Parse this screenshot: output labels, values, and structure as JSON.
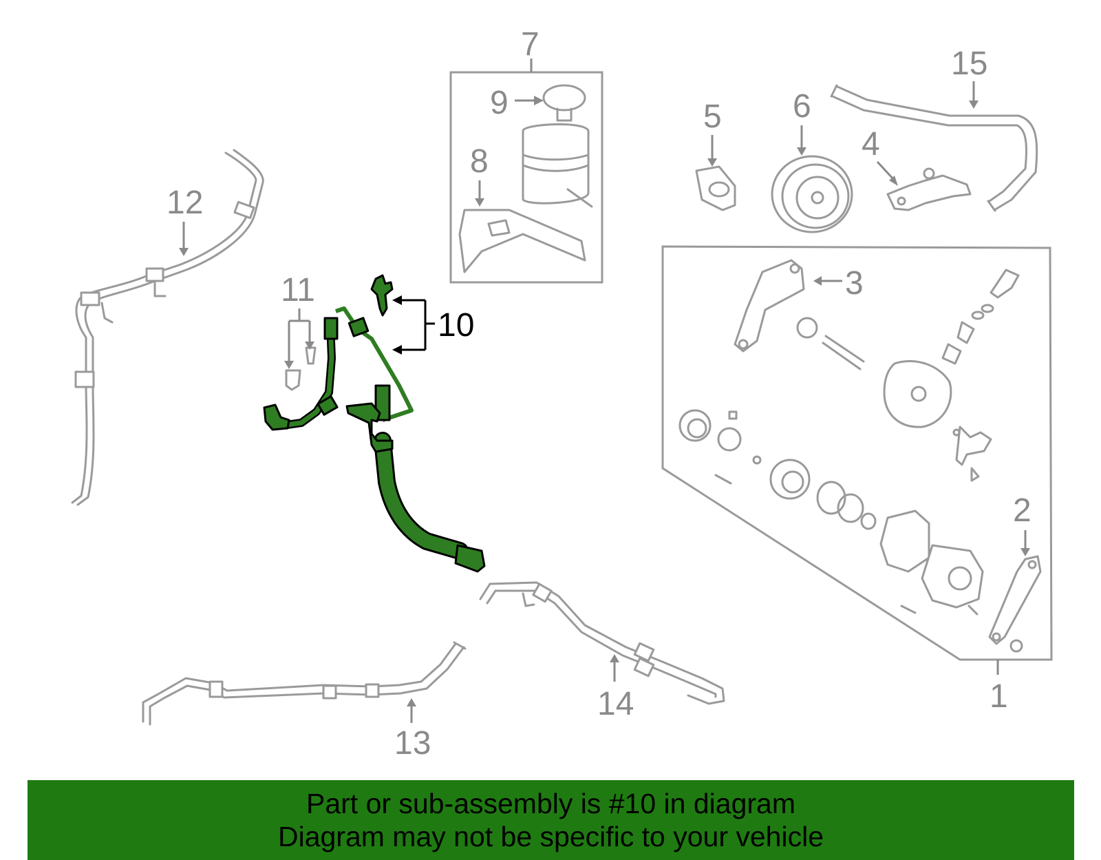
{
  "callouts": {
    "n1": "1",
    "n2": "2",
    "n3": "3",
    "n4": "4",
    "n5": "5",
    "n6": "6",
    "n7": "7",
    "n8": "8",
    "n9": "9",
    "n10": "10",
    "n11": "11",
    "n12": "12",
    "n13": "13",
    "n14": "14",
    "n15": "15"
  },
  "highlighted_part": "10",
  "highlight_color": "#2f7d22",
  "footer": {
    "line1": "Part or sub-assembly is #10 in diagram",
    "line2": "Diagram may not be specific to your vehicle",
    "background": "#1f7a12"
  }
}
